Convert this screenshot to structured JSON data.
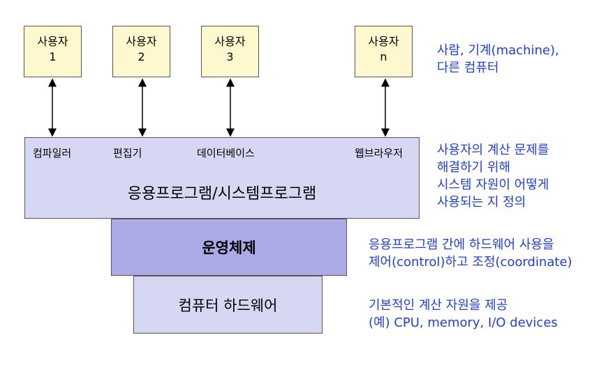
{
  "users": [
    {
      "label": "사용자",
      "id": "1"
    },
    {
      "label": "사용자",
      "id": "2"
    },
    {
      "label": "사용자",
      "id": "3"
    },
    {
      "label": "사용자",
      "id": "n"
    }
  ],
  "apps_layer": {
    "labels": [
      "컴파일러",
      "편집기",
      "데이터베이스",
      "웹브라우저"
    ],
    "title": "응용프로그램/시스템프로그램"
  },
  "os_layer": {
    "title": "운영체제"
  },
  "hardware_layer": {
    "title": "컴퓨터 하드웨어"
  },
  "notes": {
    "users": [
      "사람, 기계(machine),",
      "다른 컴퓨터"
    ],
    "apps": [
      "사용자의 계산 문제를",
      "해결하기 위해",
      "시스템 자원이 어떻게",
      "사용되는 지 정의"
    ],
    "os": [
      "응용프로그램 간에 하드웨어 사용을",
      "제어(control)하고 조정(coordinate)"
    ],
    "hardware": [
      "기본적인 계산 자원을 제공",
      "(예) CPU, memory, I/O devices"
    ]
  },
  "colors": {
    "user_box": "#fff8cf",
    "apps_box": "#d6d8f3",
    "os_box": "#aaaae6",
    "hardware_box": "#d6d8f3",
    "note_text": "#1f3fd6"
  }
}
